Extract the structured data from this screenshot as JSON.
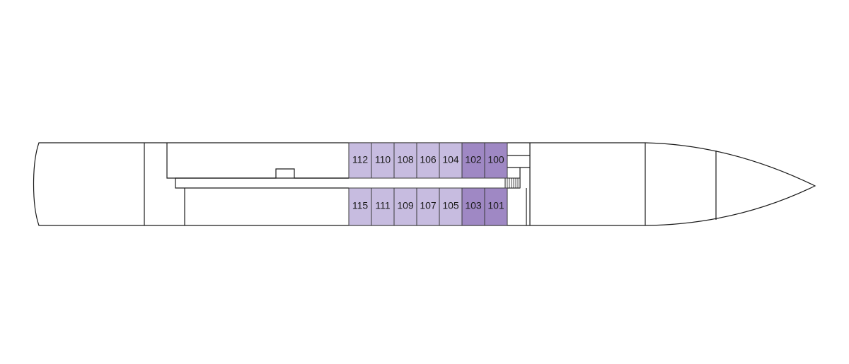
{
  "colors": {
    "standard_cabin": "#c7bce0",
    "premium_cabin": "#9f88c4",
    "outline": "#1a1a1a",
    "background": "#ffffff"
  },
  "deck_plan": {
    "cabins_top": [
      {
        "number": "112",
        "category": "standard"
      },
      {
        "number": "110",
        "category": "standard"
      },
      {
        "number": "108",
        "category": "standard"
      },
      {
        "number": "106",
        "category": "standard"
      },
      {
        "number": "104",
        "category": "standard"
      },
      {
        "number": "102",
        "category": "premium"
      },
      {
        "number": "100",
        "category": "premium"
      }
    ],
    "cabins_bottom": [
      {
        "number": "115",
        "category": "standard"
      },
      {
        "number": "111",
        "category": "standard"
      },
      {
        "number": "109",
        "category": "standard"
      },
      {
        "number": "107",
        "category": "standard"
      },
      {
        "number": "105",
        "category": "standard"
      },
      {
        "number": "103",
        "category": "premium"
      },
      {
        "number": "101",
        "category": "premium"
      }
    ]
  }
}
